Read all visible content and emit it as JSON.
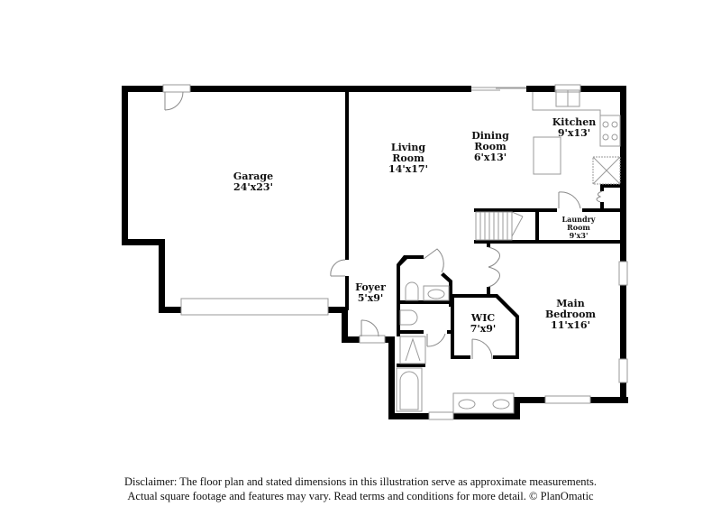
{
  "rooms": [
    {
      "id": "garage",
      "name": "Garage",
      "dims": "24'x23'"
    },
    {
      "id": "living-room",
      "name": "Living Room",
      "name_lines": [
        "Living",
        "Room"
      ],
      "dims": "14'x17'"
    },
    {
      "id": "dining-room",
      "name": "Dining Room",
      "name_lines": [
        "Dining",
        "Room"
      ],
      "dims": "6'x13'"
    },
    {
      "id": "kitchen",
      "name": "Kitchen",
      "dims": "9'x13'"
    },
    {
      "id": "laundry-room",
      "name": "Laundry Room",
      "name_lines": [
        "Laundry",
        "Room"
      ],
      "dims": "9'x3'"
    },
    {
      "id": "foyer",
      "name": "Foyer",
      "dims": "5'x9'"
    },
    {
      "id": "wic",
      "name": "WIC",
      "dims": "7'x9'"
    },
    {
      "id": "main-bedroom",
      "name": "Main Bedroom",
      "name_lines": [
        "Main",
        "Bedroom"
      ],
      "dims": "11'x16'"
    }
  ],
  "disclaimer": {
    "line1": "Disclaimer: The floor plan and stated dimensions in this illustration serve as approximate measurements.",
    "line2": "Actual square footage and features may vary. Read terms and conditions for more detail. © PlanOmatic"
  },
  "colors": {
    "wall": "#000000",
    "fixture": "#9a9a9a",
    "background": "#ffffff"
  }
}
